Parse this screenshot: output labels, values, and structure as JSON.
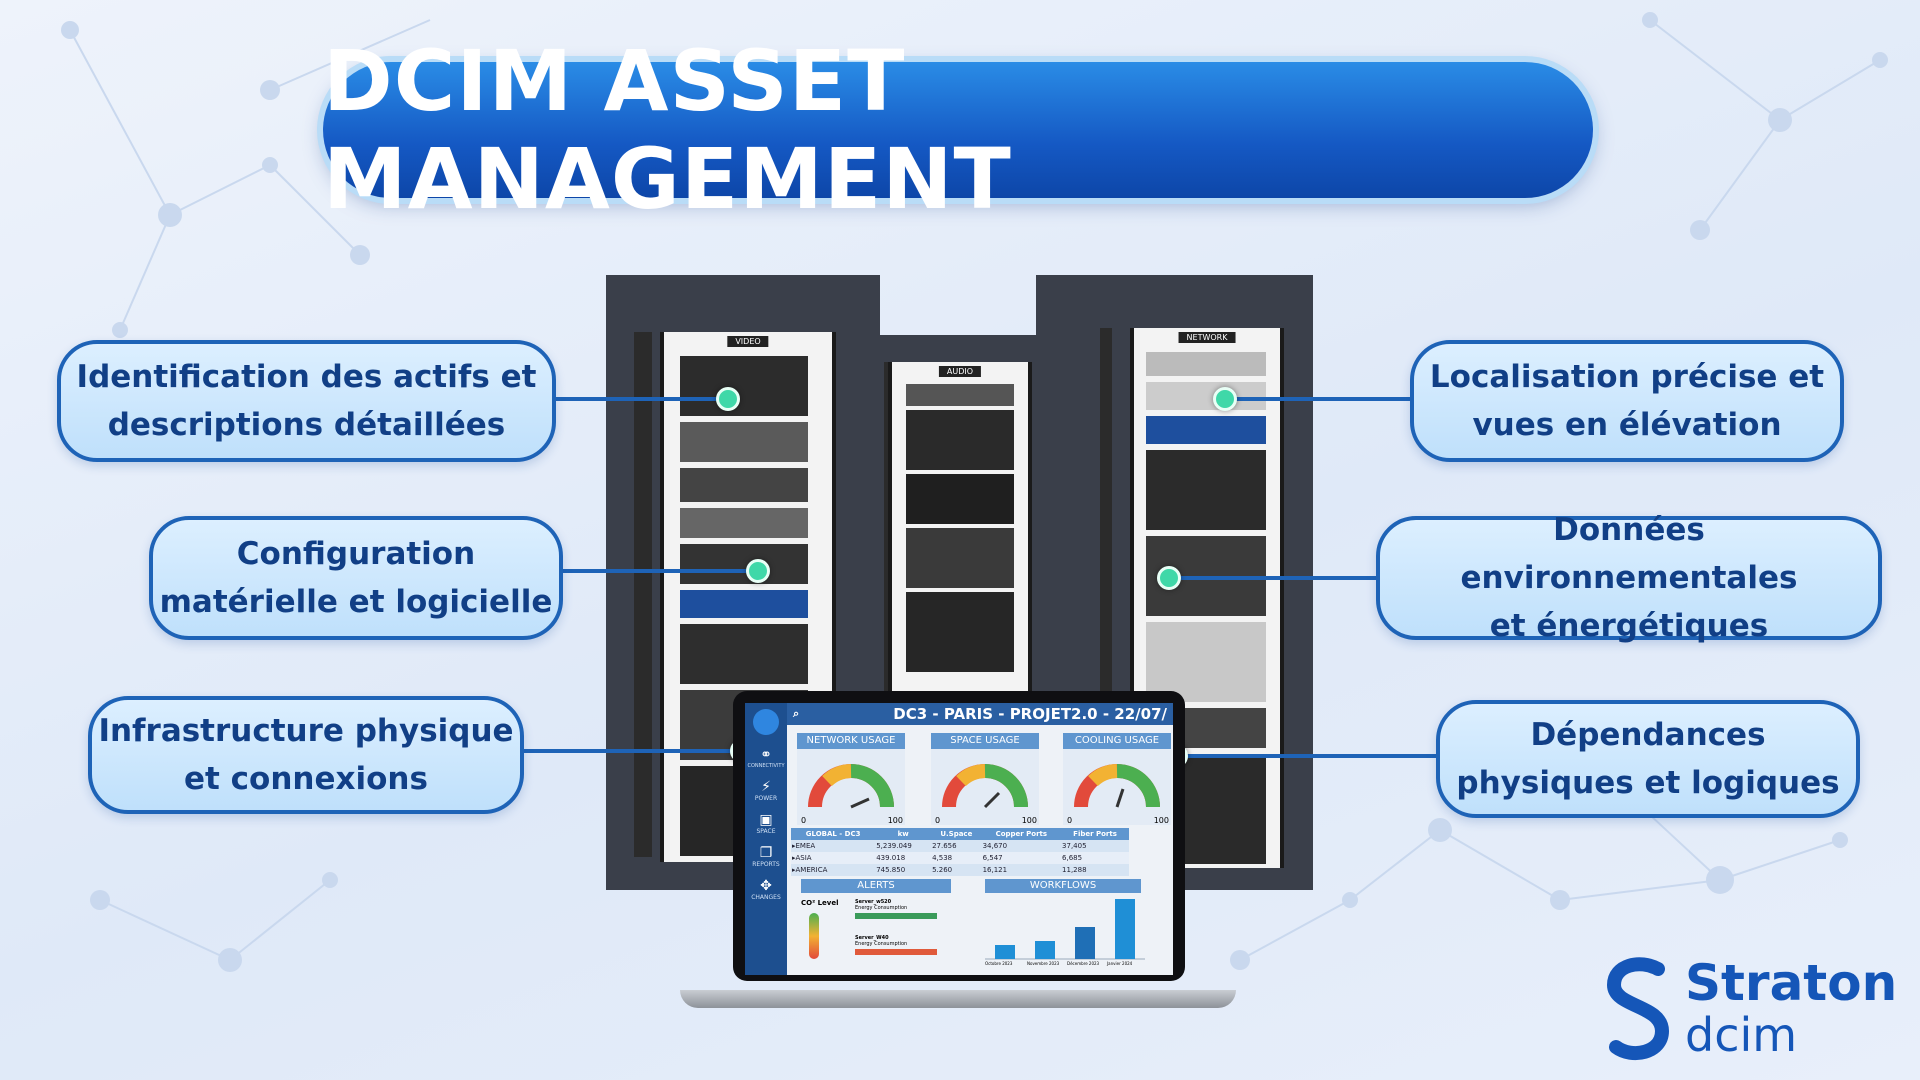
{
  "title": "DCIM ASSET MANAGEMENT",
  "callouts": {
    "left": [
      {
        "line1": "Identification des actifs et",
        "line2": "descriptions détaillées"
      },
      {
        "line1": "Configuration",
        "line2": "matérielle et logicielle"
      },
      {
        "line1": "Infrastructure physique",
        "line2": "et connexions"
      }
    ],
    "right": [
      {
        "line1": "Localisation précise et",
        "line2": "vues en élévation"
      },
      {
        "line1": "Données environnementales",
        "line2": "et énergétiques"
      },
      {
        "line1": "Dépendances",
        "line2": "physiques et logiques"
      }
    ]
  },
  "racks": {
    "left": "VIDEO",
    "center": "AUDIO",
    "right": "NETWORK"
  },
  "dashboard": {
    "header": "DC3 - PARIS - PROJET2.0 - 22/07/",
    "sidebar": [
      "CONNECTIVITY",
      "POWER",
      "SPACE",
      "REPORTS",
      "CHANGES"
    ],
    "gauges": [
      {
        "title": "NETWORK USAGE",
        "min": "0",
        "max": "100"
      },
      {
        "title": "SPACE USAGE",
        "min": "0",
        "max": "100"
      },
      {
        "title": "COOLING USAGE",
        "min": "0",
        "max": "100"
      }
    ],
    "table": {
      "headers": [
        "GLOBAL - DC3",
        "kw",
        "U.Space",
        "Copper Ports",
        "Fiber Ports"
      ],
      "rows": [
        [
          "▸EMEA",
          "5,239.049",
          "27.656",
          "34,670",
          "37,405"
        ],
        [
          "▸ASIA",
          "439.018",
          "4,538",
          "6,547",
          "6,685"
        ],
        [
          "▸AMERICA",
          "745.850",
          "5.260",
          "16,121",
          "11,288"
        ]
      ]
    },
    "alerts_title": "ALERTS",
    "workflows_title": "WORKFLOWS",
    "co2_label": "CO² Level",
    "alert_items": [
      {
        "name": "Server_w520",
        "desc": "Energy Consumption"
      },
      {
        "name": "Server_W40",
        "desc": "Energy Consumption"
      }
    ],
    "workflow_months": [
      "Octobre 2023",
      "Novembre 2023",
      "Décembre 2023",
      "Janvier 2024"
    ]
  },
  "logo": {
    "name": "Straton",
    "sub": "dcim"
  },
  "colors": {
    "accent": "#1559c4",
    "callout_border": "#1e63b7",
    "connector_dot": "#3fd8a8"
  }
}
